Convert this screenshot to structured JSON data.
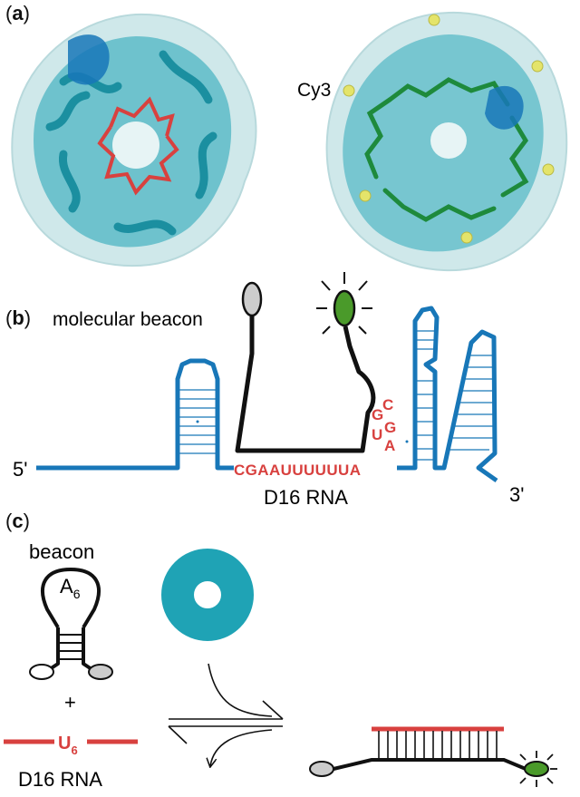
{
  "panels": {
    "a": {
      "label_open": "(",
      "label_letter": "a",
      "label_close": ")",
      "cy3_label": "Cy3"
    },
    "b": {
      "label_open": "(",
      "label_letter": "b",
      "label_close": ")",
      "title": "molecular beacon",
      "five_prime": "5'",
      "three_prime": "3'",
      "rna_label": "D16 RNA",
      "sequence_horizontal": "CGAAUUUUUUA",
      "sequence_vertical": [
        "G",
        "C",
        "U",
        "G",
        "A"
      ]
    },
    "c": {
      "label_open": "(",
      "label_letter": "c",
      "label_close": ")",
      "beacon_label": "beacon",
      "loop_base": "A",
      "loop_sub": "6",
      "plus": "+",
      "strand_base": "U",
      "strand_sub": "6",
      "rna_label": "D16 RNA"
    }
  },
  "colors": {
    "protein_teal": "#1fa3b5",
    "protein_surface": "#bfe3e6",
    "rna_red": "#d8413f",
    "rna_green": "#1e8a3c",
    "rna_blue": "#1877b8",
    "fluor_green": "#4a9a2a",
    "quencher_gray": "#cccccc",
    "cy3_yellow": "#e4e46a"
  }
}
